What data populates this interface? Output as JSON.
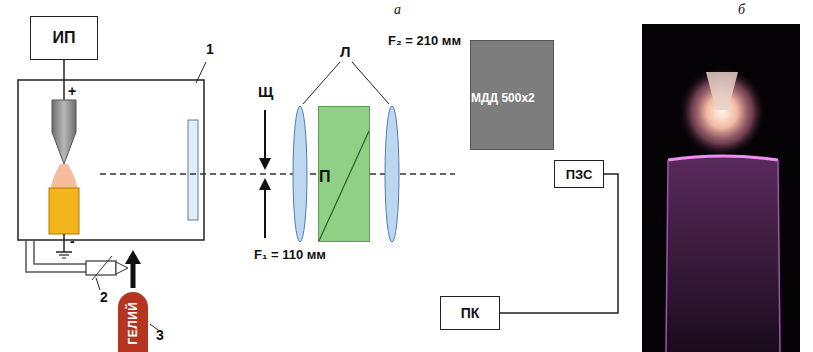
{
  "diagram": {
    "nodes": [
      {
        "text": [
          "ИП"
        ]
      },
      {
        "text": [
          "П"
        ]
      },
      {
        "text": [
          "МДД 500х2"
        ]
      },
      {
        "text": [
          "ПЗС"
        ]
      },
      {
        "text": [
          "ПК"
        ]
      },
      {
        "text": [
          "ГЕЛИЙ"
        ]
      }
    ],
    "edges": [
      {
        "from": 3,
        "to": 4,
        "arrow": "none"
      }
    ],
    "labels": [
      "а",
      "б",
      "1",
      "+",
      "-",
      "Щ",
      "Л",
      "F₂ = 210 мм",
      "F₁ = 110 мм",
      "2",
      "3"
    ]
  }
}
